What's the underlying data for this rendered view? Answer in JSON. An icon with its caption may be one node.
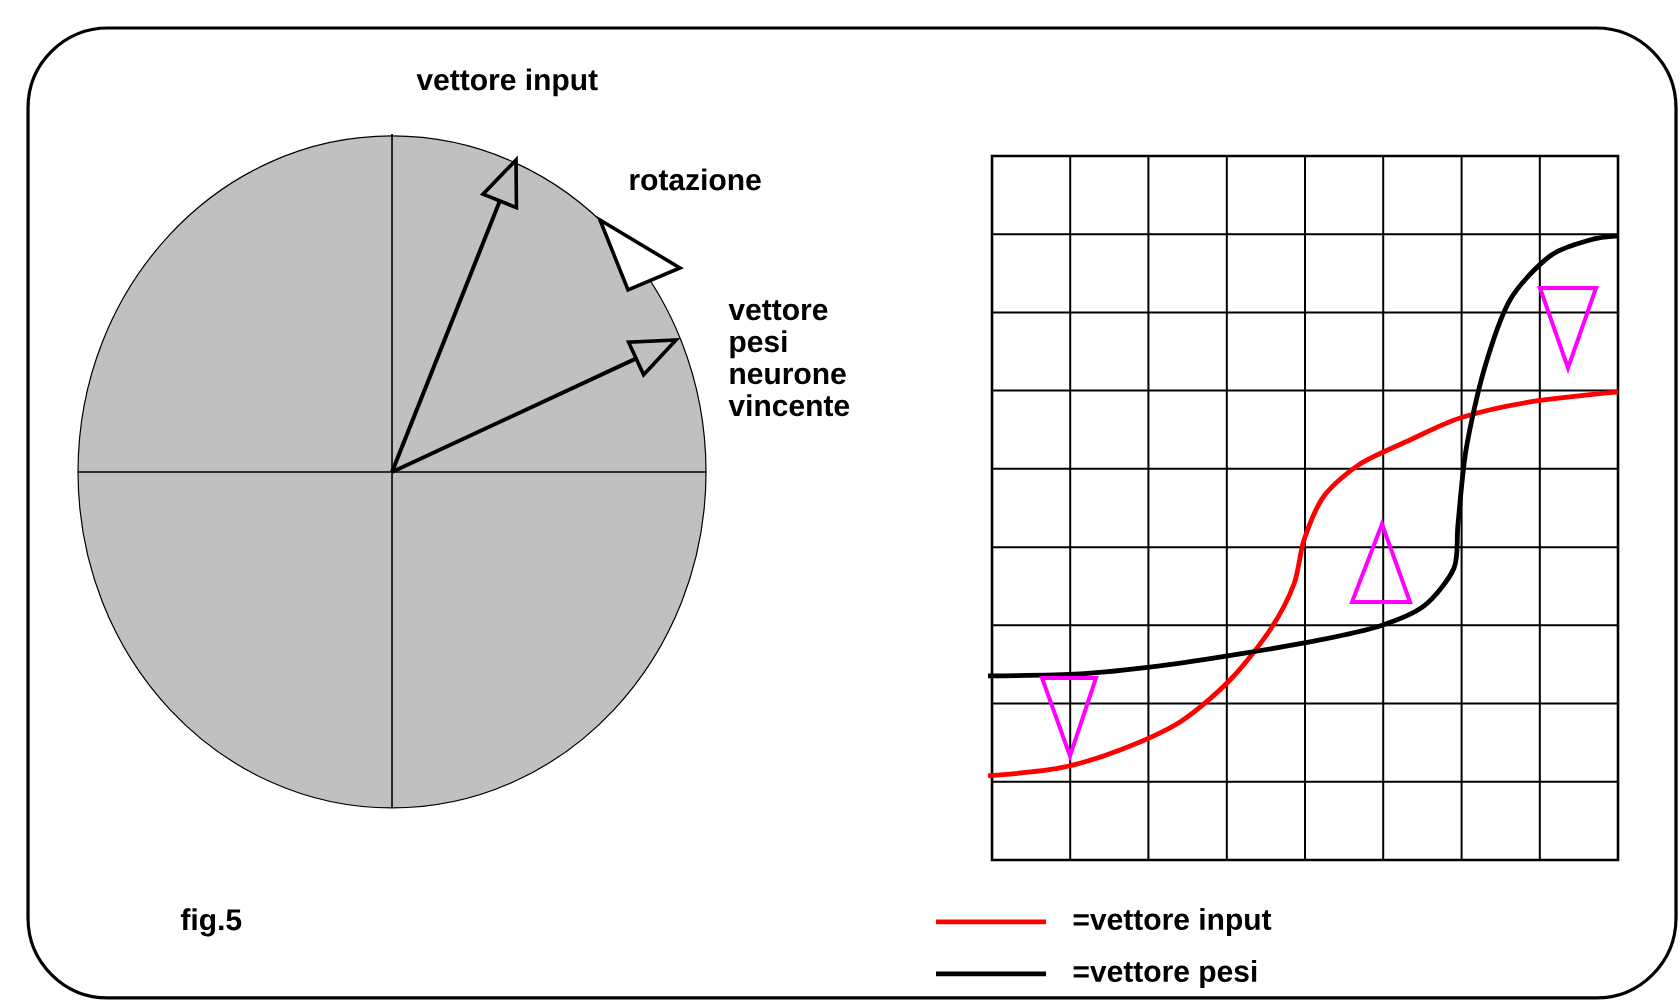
{
  "diagram": {
    "labels": [
      "vettore input",
      "rotazione",
      "vettore pesi neurone vincente",
      "fig.5"
    ],
    "legend": [
      {
        "text": "=vettore input"
      },
      {
        "text": "=vettore pesi"
      }
    ]
  }
}
